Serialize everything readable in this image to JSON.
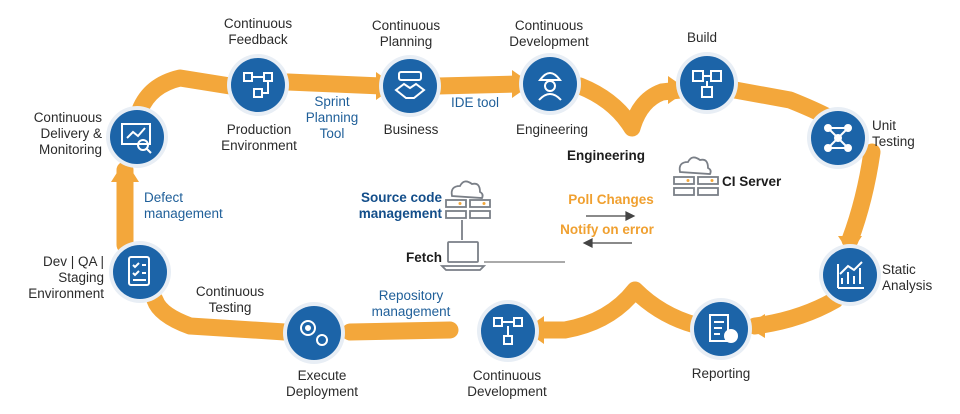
{
  "colors": {
    "loop": "#f3a73b",
    "node_fill": "#1c64a8",
    "node_ring": "#e8eef5",
    "icon_gray": "#7a7f87",
    "text_blue": "#1f5f99",
    "text_orange": "#f0a030"
  },
  "stages": {
    "continuous_feedback": {
      "title": "Continuous\nFeedback",
      "subtitle": "Production\nEnvironment",
      "icon": "workflow-icon"
    },
    "continuous_planning": {
      "title": "Continuous\nPlanning",
      "subtitle": "Business",
      "icon": "handshake-icon"
    },
    "continuous_development_top": {
      "title": "Continuous\nDevelopment",
      "subtitle": "Engineering",
      "icon": "engineer-icon"
    },
    "build": {
      "title": "Build",
      "icon": "build-icon"
    },
    "unit_testing": {
      "title": "Unit\nTesting",
      "icon": "network-icon"
    },
    "static_analysis": {
      "title": "Static\nAnalysis",
      "icon": "chart-icon"
    },
    "reporting": {
      "title": "Reporting",
      "icon": "report-icon"
    },
    "continuous_development_bottom": {
      "title": "Continuous\nDevelopment",
      "icon": "flow-icon"
    },
    "execute_deployment": {
      "title": "Execute\nDeployment",
      "subtitle": "Continuous\nTesting",
      "icon": "gears-icon"
    },
    "dev_qa_staging": {
      "title": "Dev | QA |\nStaging\nEnvironment",
      "icon": "checklist-icon"
    },
    "continuous_delivery": {
      "title": "Continuous\nDelivery &\nMonitoring",
      "icon": "monitor-icon"
    }
  },
  "connectors": {
    "sprint_planning_tool": "Sprint\nPlanning\nTool",
    "ide_tool": "IDE tool",
    "defect_management": "Defect\nmanagement",
    "repository_management": "Repository\nmanagement"
  },
  "center": {
    "engineering": "Engineering",
    "ci_server": "CI Server",
    "source_code_management": "Source code\nmanagement",
    "fetch": "Fetch",
    "poll_changes": "Poll Changes",
    "notify_on_error": "Notify on error"
  }
}
